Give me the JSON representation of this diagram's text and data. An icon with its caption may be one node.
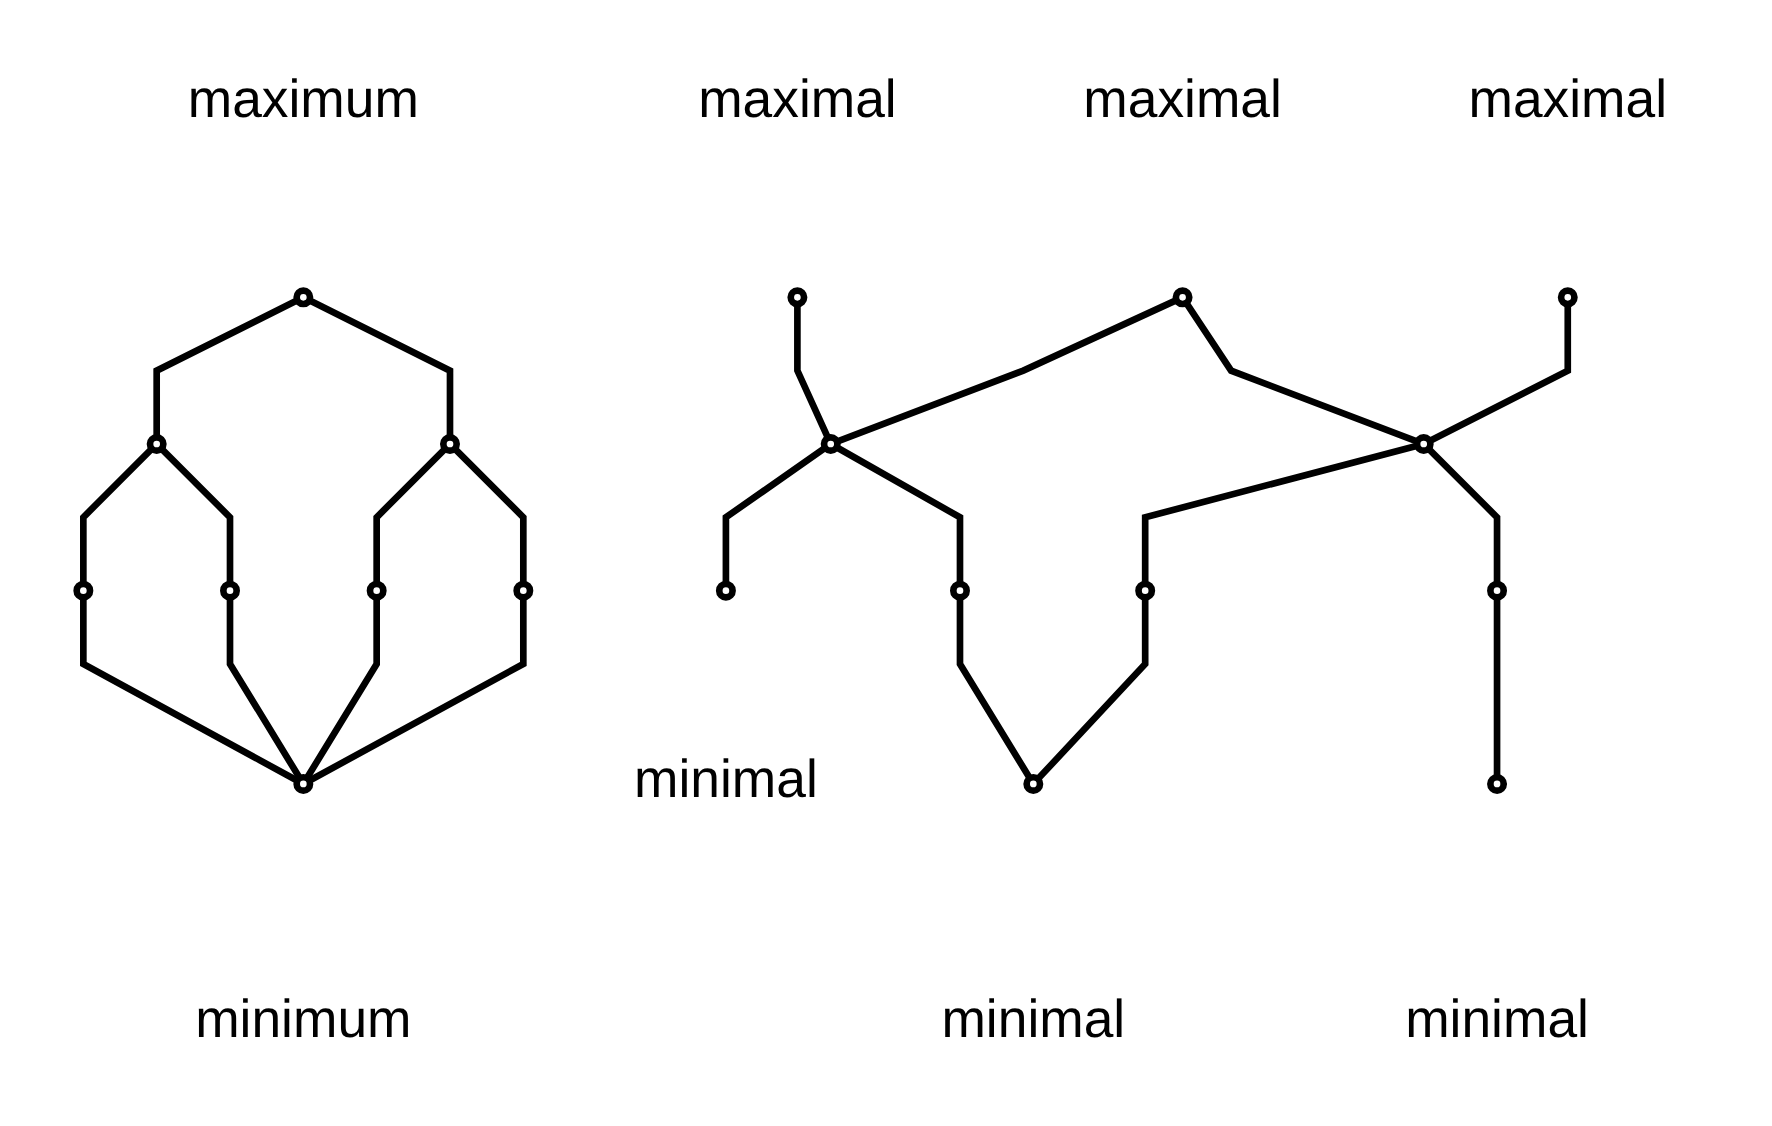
{
  "diagram": {
    "nodes": [
      {
        "text": [],
        "shape": "circle",
        "beside": [
          "maximum"
        ]
      },
      {
        "text": [],
        "shape": "circle"
      },
      {
        "text": [],
        "shape": "circle"
      },
      {
        "text": [],
        "shape": "circle"
      },
      {
        "text": [],
        "shape": "circle"
      },
      {
        "text": [],
        "shape": "circle"
      },
      {
        "text": [],
        "shape": "circle"
      },
      {
        "text": [],
        "shape": "circle",
        "beside": [
          "minimum"
        ]
      },
      {
        "text": [],
        "shape": "circle",
        "beside": [
          "maximal"
        ]
      },
      {
        "text": [],
        "shape": "circle",
        "beside": [
          "maximal"
        ]
      },
      {
        "text": [],
        "shape": "circle",
        "beside": [
          "maximal"
        ]
      },
      {
        "text": [],
        "shape": "circle"
      },
      {
        "text": [],
        "shape": "circle"
      },
      {
        "text": [],
        "shape": "circle",
        "beside": [
          "minimal"
        ]
      },
      {
        "text": [],
        "shape": "circle"
      },
      {
        "text": [],
        "shape": "circle",
        "beside": [
          "minimal"
        ]
      },
      {
        "text": [],
        "shape": "circle"
      },
      {
        "text": [],
        "shape": "circle"
      },
      {
        "text": [],
        "shape": "circle",
        "beside": [
          "minimal"
        ]
      }
    ],
    "edges": [
      {
        "from": 0,
        "to": 1,
        "arrow": "none"
      },
      {
        "from": 0,
        "to": 4,
        "arrow": "none"
      },
      {
        "from": 1,
        "to": 2,
        "arrow": "none"
      },
      {
        "from": 1,
        "to": 3,
        "arrow": "none"
      },
      {
        "from": 2,
        "to": 7,
        "arrow": "none"
      },
      {
        "from": 3,
        "to": 7,
        "arrow": "none"
      },
      {
        "from": 4,
        "to": 5,
        "arrow": "none"
      },
      {
        "from": 4,
        "to": 6,
        "arrow": "none"
      },
      {
        "from": 5,
        "to": 7,
        "arrow": "none"
      },
      {
        "from": 6,
        "to": 7,
        "arrow": "none"
      },
      {
        "from": 8,
        "to": 11,
        "arrow": "none"
      },
      {
        "from": 9,
        "to": 11,
        "arrow": "none"
      },
      {
        "from": 9,
        "to": 12,
        "arrow": "none"
      },
      {
        "from": 10,
        "to": 12,
        "arrow": "none"
      },
      {
        "from": 11,
        "to": 13,
        "arrow": "none"
      },
      {
        "from": 11,
        "to": 14,
        "arrow": "none"
      },
      {
        "from": 14,
        "to": 15,
        "arrow": "none"
      },
      {
        "from": 12,
        "to": 16,
        "arrow": "none"
      },
      {
        "from": 16,
        "to": 15,
        "arrow": "none"
      },
      {
        "from": 12,
        "to": 17,
        "arrow": "none"
      },
      {
        "from": 17,
        "to": 18,
        "arrow": "none"
      }
    ]
  }
}
